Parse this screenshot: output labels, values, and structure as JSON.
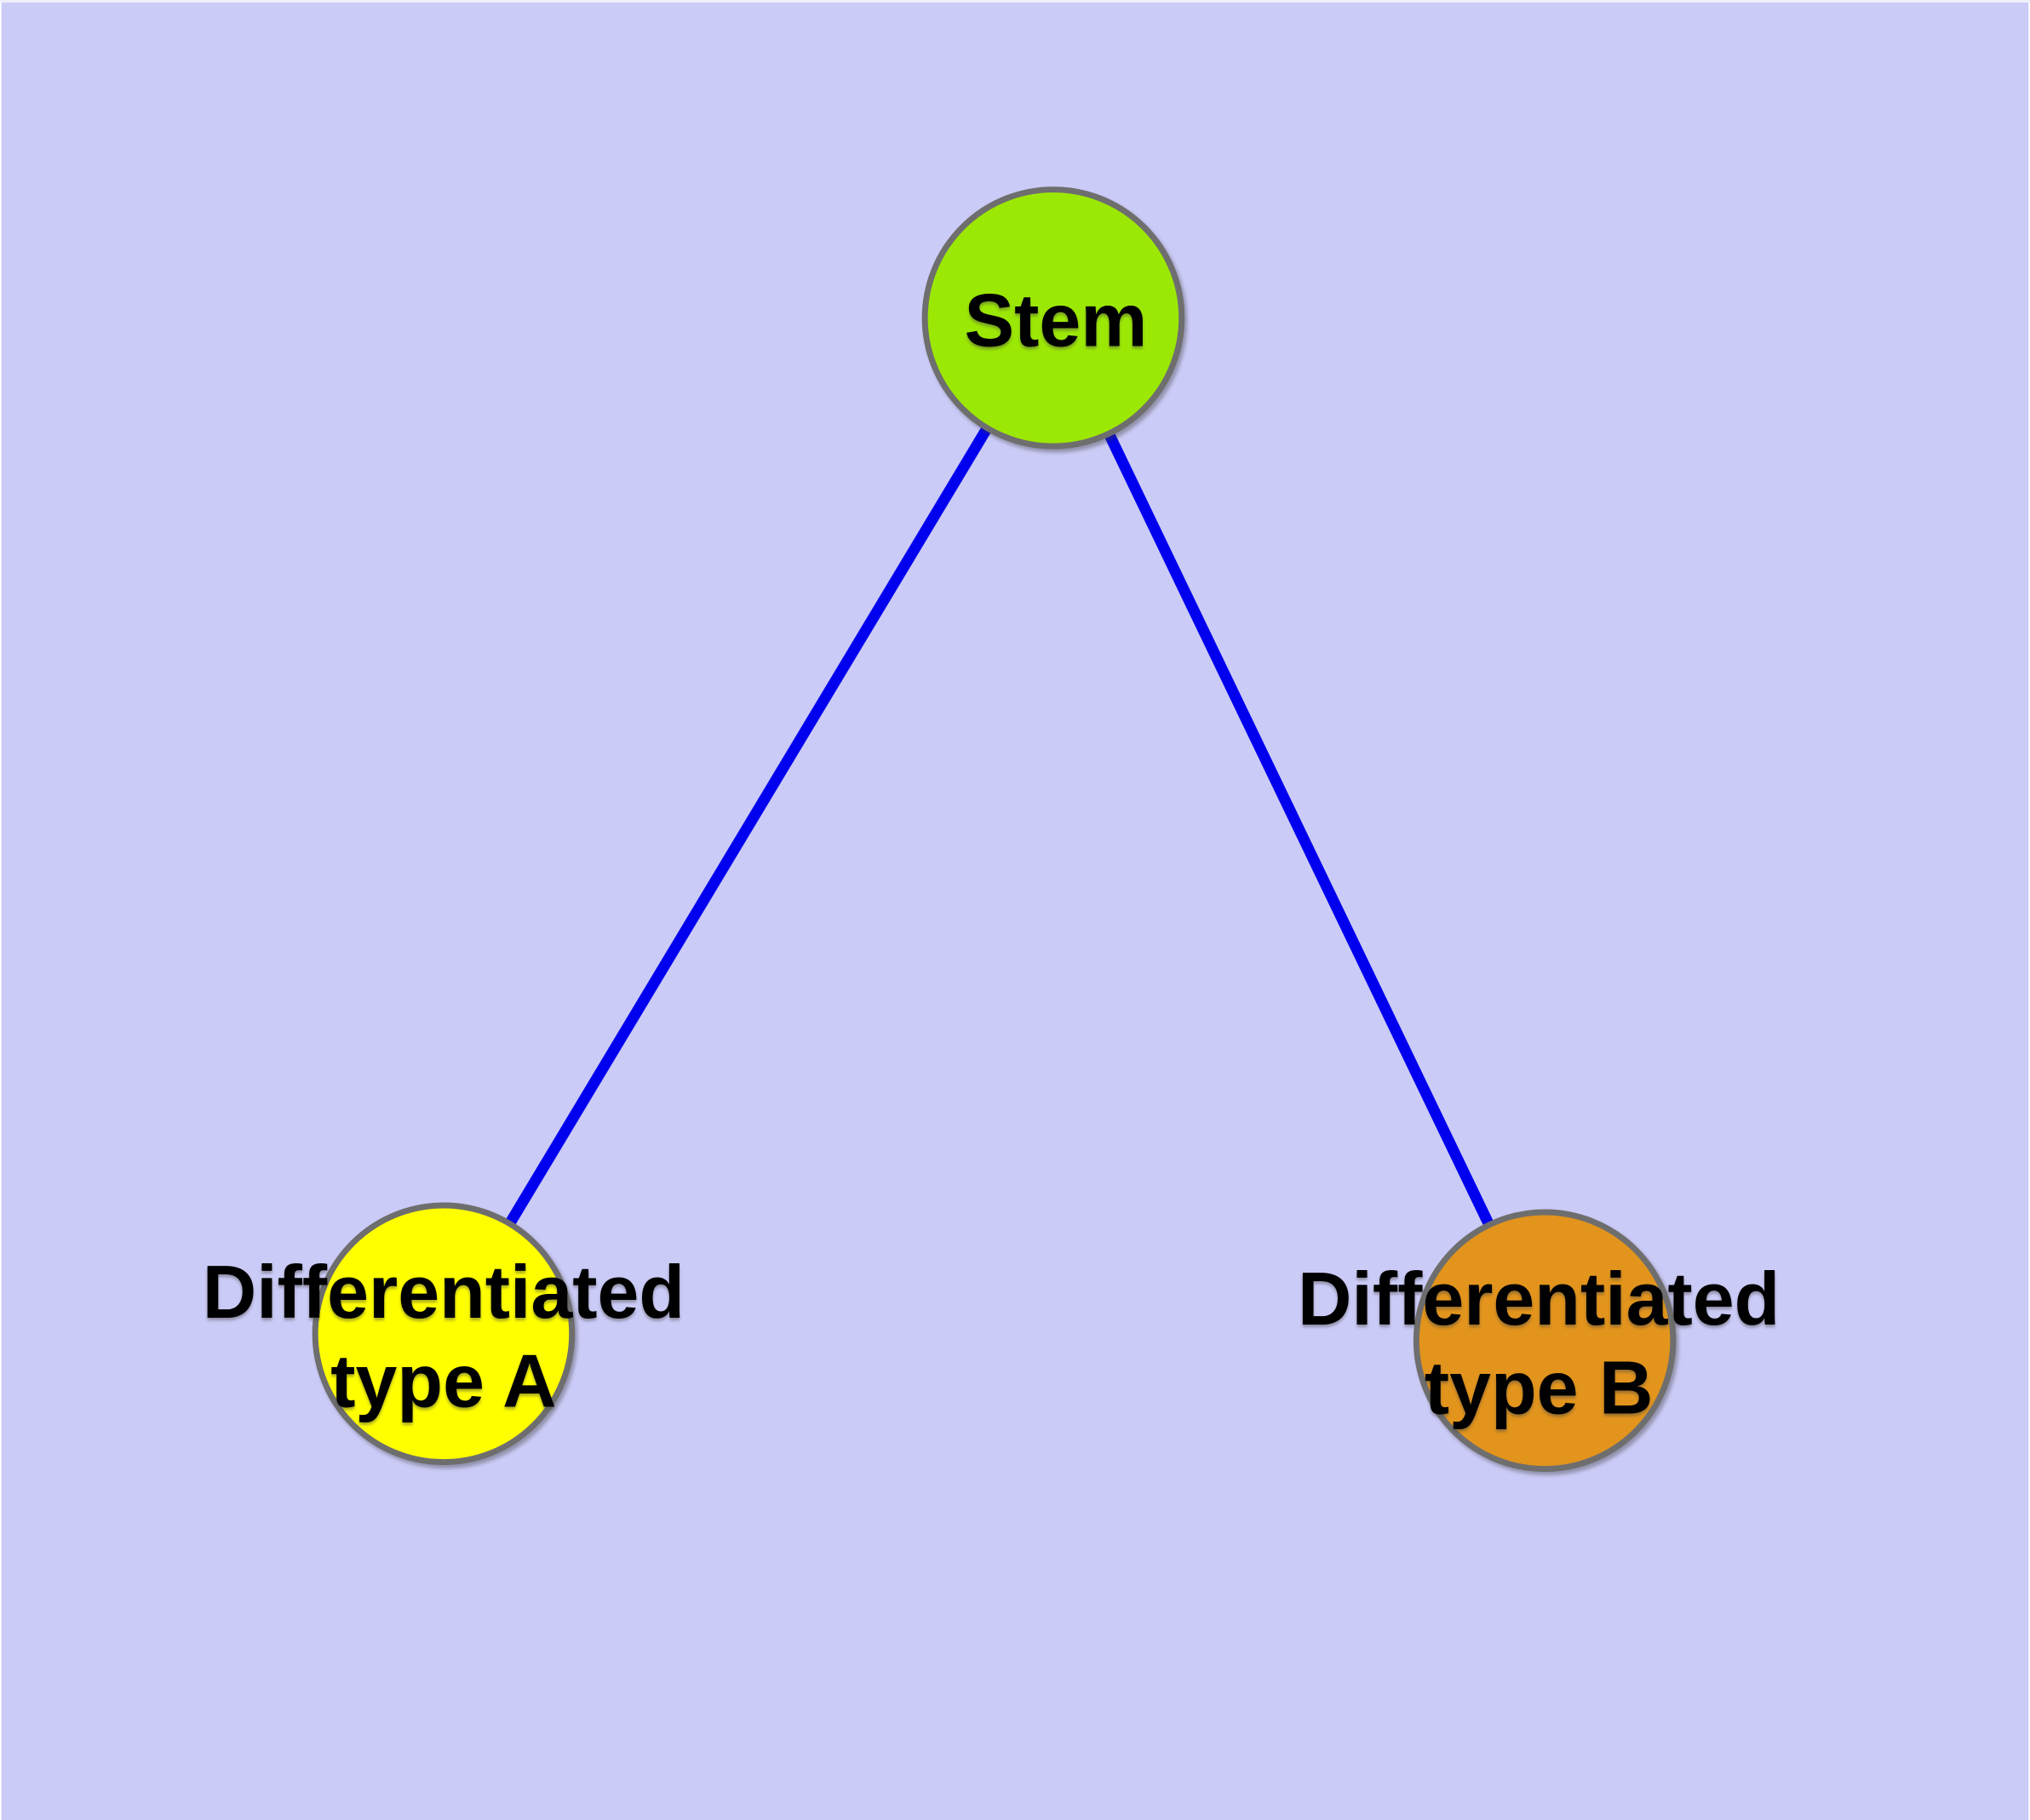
{
  "diagram": {
    "type": "graph",
    "description": "Cell differentiation tree: a stem node with two differentiated child types",
    "background_color": "#cbcbf7",
    "edge_color": "#0000ee",
    "node_border_color": "#6e6e6e",
    "label_color": "#000000",
    "nodes": [
      {
        "id": "stem",
        "label": "Stem",
        "fill_color": "#9ce805"
      },
      {
        "id": "differentiated-type-a",
        "label": "Differentiated type A",
        "label_line1": "Differentiated",
        "label_line2": "type A",
        "fill_color": "#ffff00"
      },
      {
        "id": "differentiated-type-b",
        "label": "Differentiated type B",
        "label_line1": "Differentiated",
        "label_line2": "type B",
        "fill_color": "#e2941c"
      }
    ],
    "edges": [
      {
        "from": "stem",
        "to": "differentiated-type-a"
      },
      {
        "from": "stem",
        "to": "differentiated-type-b"
      }
    ]
  }
}
